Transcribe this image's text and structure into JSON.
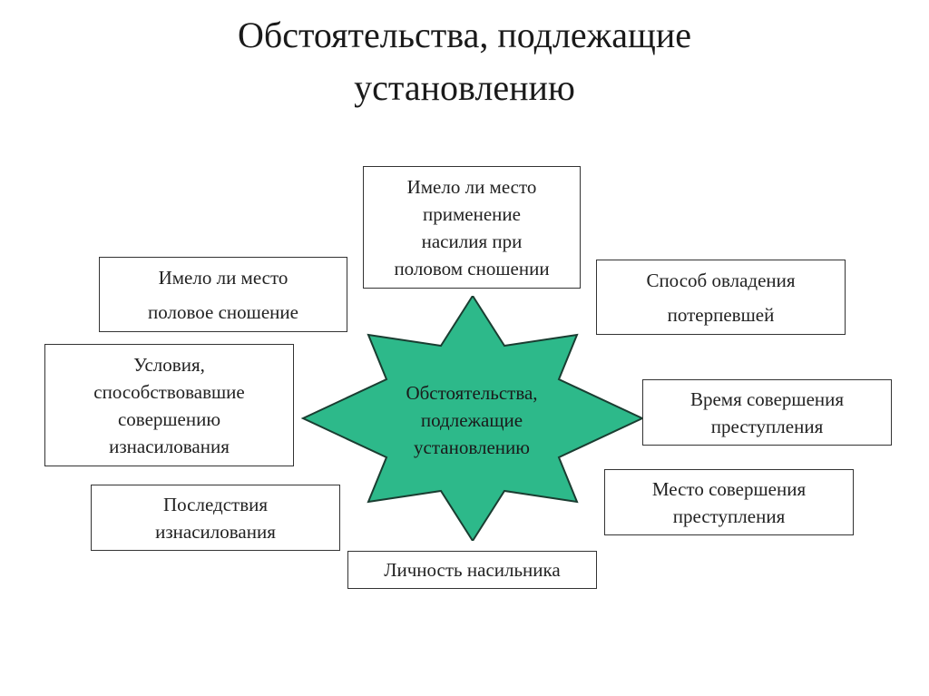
{
  "title": {
    "line1": "Обстоятельства, подлежащие",
    "line2": "установлению"
  },
  "center": {
    "line1": "Обстоятельства,",
    "line2": "подлежащие",
    "line3": "установлению",
    "fill_color": "#2db98a",
    "stroke_color": "#1a3d31"
  },
  "boxes": {
    "violence": [
      "Имело ли место",
      "применение",
      "насилия при",
      "половом сношении"
    ],
    "intercourse": [
      "Имело ли место",
      "половое сношение"
    ],
    "method": [
      "Способ овладения",
      "потерпевшей"
    ],
    "conditions": [
      "Условия,",
      "способствовавшие",
      "совершению",
      "изнасилования"
    ],
    "time": [
      "Время совершения",
      "преступления"
    ],
    "place": [
      "Место совершения",
      "преступления"
    ],
    "consequences": [
      "Последствия",
      "изнасилования"
    ],
    "offender": [
      "Личность насильника"
    ]
  }
}
